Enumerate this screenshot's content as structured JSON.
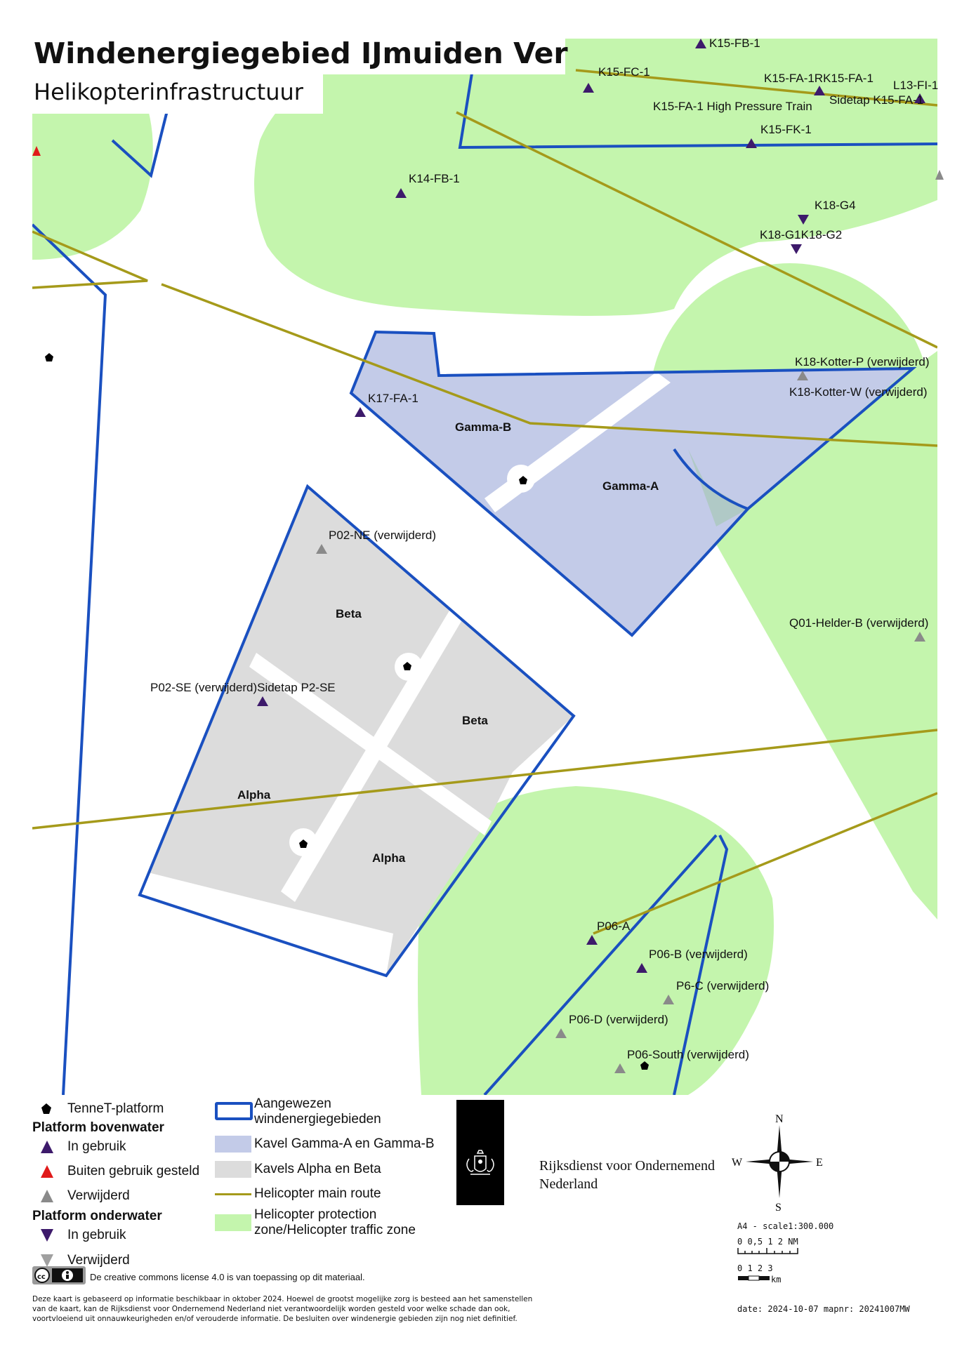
{
  "title": "Windenergiegebied IJmuiden Ver",
  "subtitle": "Helikopterinfrastructuur",
  "colors": {
    "zone_green": "#c4f5ad",
    "gamma_fill": "#c3cbe8",
    "alpha_beta_fill": "#dcdcdc",
    "designated_border": "#1a50c0",
    "route": "#a59a1a",
    "in_use": "#3d1a6b",
    "out_of_use": "#e01a1a",
    "removed": "#8a8a8a"
  },
  "area_labels": [
    "Gamma-B",
    "Gamma-A",
    "Beta",
    "Beta",
    "Alpha",
    "Alpha"
  ],
  "platform_labels": [
    "K15-FB-1",
    "K15-FC-1",
    "K15-FA-1RK15-FA-1",
    "L13-FI-1",
    "K15-FA-1 High Pressure Train",
    "Sidetap K15-FA-1",
    "K15-FK-1",
    "K14-FB-1",
    "K18-G4",
    "K18-G1K18-G2",
    "K18-Kotter-P (verwijderd)",
    "K18-Kotter-W (verwijderd)",
    "K17-FA-1",
    "P02-NE (verwijderd)",
    "Q01-Helder-B (verwijderd)",
    "P02-SE (verwijderd)Sidetap P2-SE",
    "P06-A",
    "P06-B (verwijderd)",
    "P6-C (verwijderd)",
    "P06-D (verwijderd)",
    "P06-South (verwijderd)"
  ],
  "legend": {
    "tennet": "TenneT-platform",
    "above_heading": "Platform bovenwater",
    "above_in_use": "In gebruik",
    "above_out_of_use": "Buiten gebruik gesteld",
    "above_removed": "Verwijderd",
    "below_heading": "Platform onderwater",
    "below_in_use": "In gebruik",
    "below_removed": "Verwijderd",
    "designated_1": "Aangewezen",
    "designated_2": "windenergiegebieden",
    "gamma": "Kavel Gamma-A en Gamma-B",
    "alpha_beta": "Kavels Alpha en Beta",
    "main_route": "Helicopter main route",
    "protection_1": "Helicopter protection",
    "protection_2": "zone/Helicopter traffic zone"
  },
  "organisation": {
    "line1": "Rijksdienst voor Ondernemend",
    "line2": "Nederland"
  },
  "compass": {
    "n": "N",
    "e": "E",
    "s": "S",
    "w": "W"
  },
  "scale": {
    "text": "A4 - scale1:300.000",
    "nm_ticks": "0 0,5 1    2 NM",
    "km_ticks": "0  1  2  3",
    "km_unit": "km"
  },
  "date_line": "date: 2024-10-07 mapnr: 20241007MW",
  "license": "De creative commons license 4.0 is van toepassing op dit materiaal.",
  "disclaimer": [
    "Deze kaart is gebaseerd op informatie beschikbaar in oktober 2024. Hoewel de grootst mogelijke zorg is besteed aan het samenstellen",
    "van de kaart, kan de Rijksdienst voor Ondernemend Nederland niet verantwoordelijk worden gesteld voor welke schade dan ook,",
    "voortvloeiend uit onnauwkeurigheden en/of verouderde informatie. De besluiten over windenergie gebieden zijn nog niet definitief."
  ]
}
